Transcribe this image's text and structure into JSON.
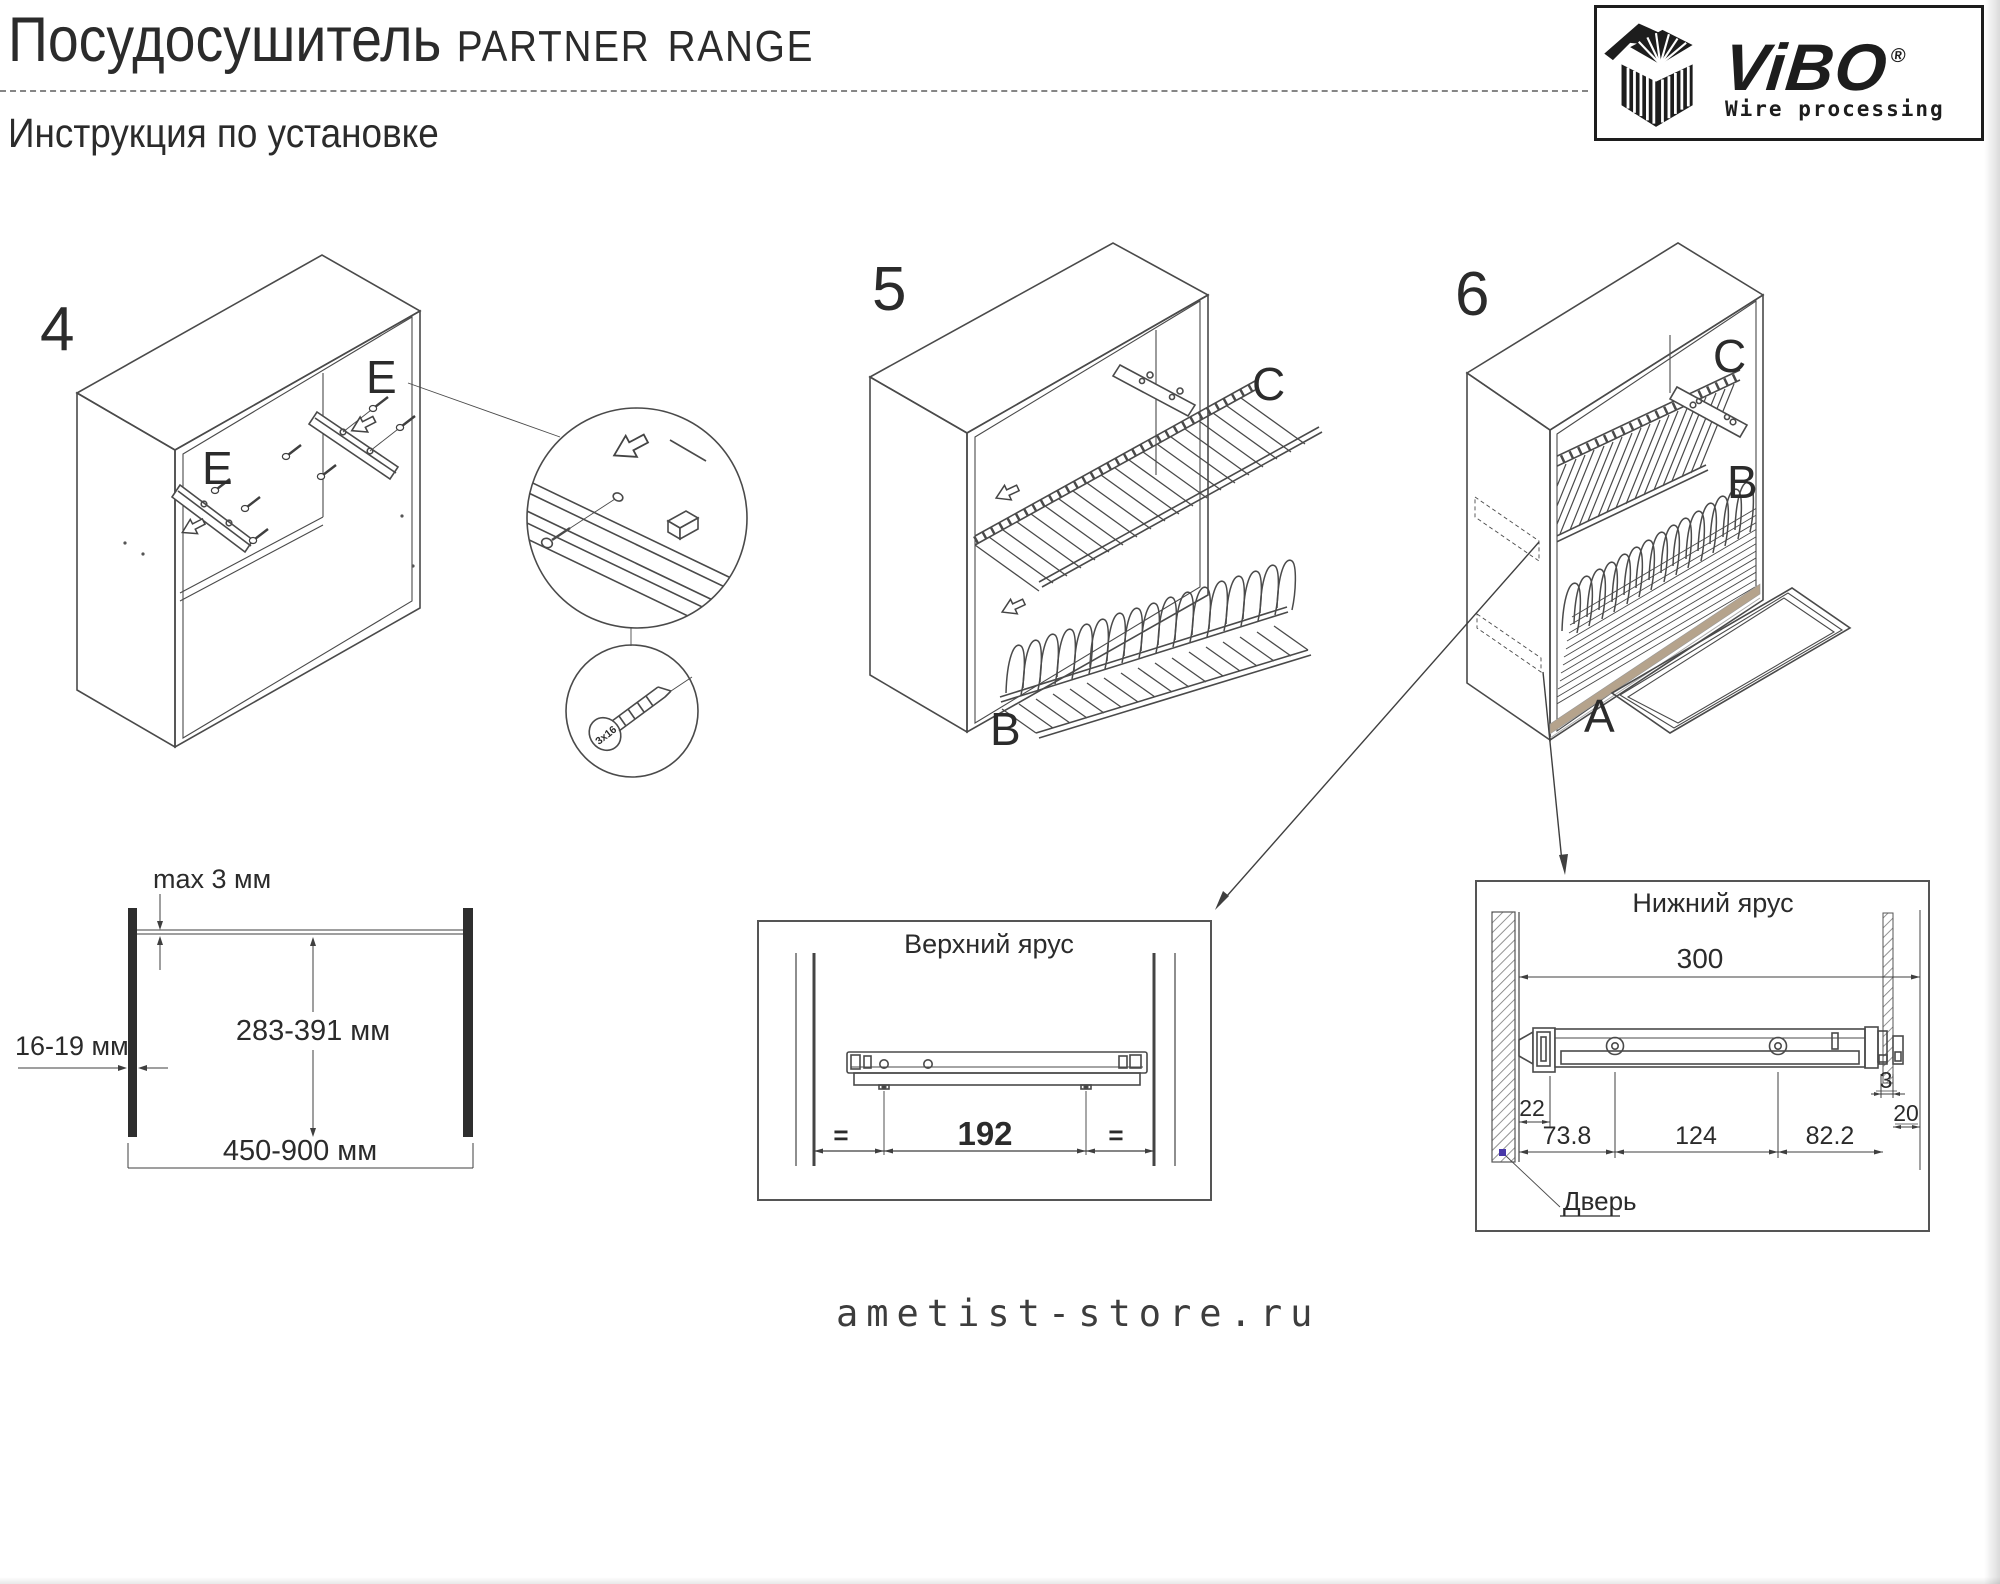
{
  "header": {
    "title": "Посудосушитель",
    "model": "Partner Range",
    "subtitle": "Инструкция по установке"
  },
  "logo": {
    "brand": "ViBO",
    "registered": "®",
    "tagline": "Wire processing"
  },
  "watermark": "ametist-store.ru",
  "steps": {
    "step4": {
      "number": "4",
      "rail_label_left": "E",
      "rail_label_right": "E",
      "screw_size": "3x16"
    },
    "step5": {
      "number": "5",
      "upper_shelf_label": "C",
      "plate_rack_label": "B"
    },
    "step6": {
      "number": "6",
      "upper_shelf_label": "C",
      "plate_rack_label": "B",
      "tray_label": "A"
    }
  },
  "cabinet_dimensions": {
    "top_gap": "max 3 мм",
    "inner_height": "283-391 мм",
    "wall_thickness": "16-19 мм",
    "cabinet_width": "450-900 мм"
  },
  "upper_tier": {
    "title": "Верхний ярус",
    "bracket_span": "192",
    "equal_left": "=",
    "equal_right": "="
  },
  "lower_tier": {
    "title": "Нижний ярус",
    "total_depth": "300",
    "front_offset": "22",
    "dim_a": "73.8",
    "dim_b": "124",
    "dim_c": "82.2",
    "door_gap": "3",
    "door_thickness": "20",
    "door_label": "Дверь"
  },
  "colors": {
    "line": "#3f3f3f",
    "tan_accent": "#b5a38c",
    "door_marker": "#4837a8"
  }
}
